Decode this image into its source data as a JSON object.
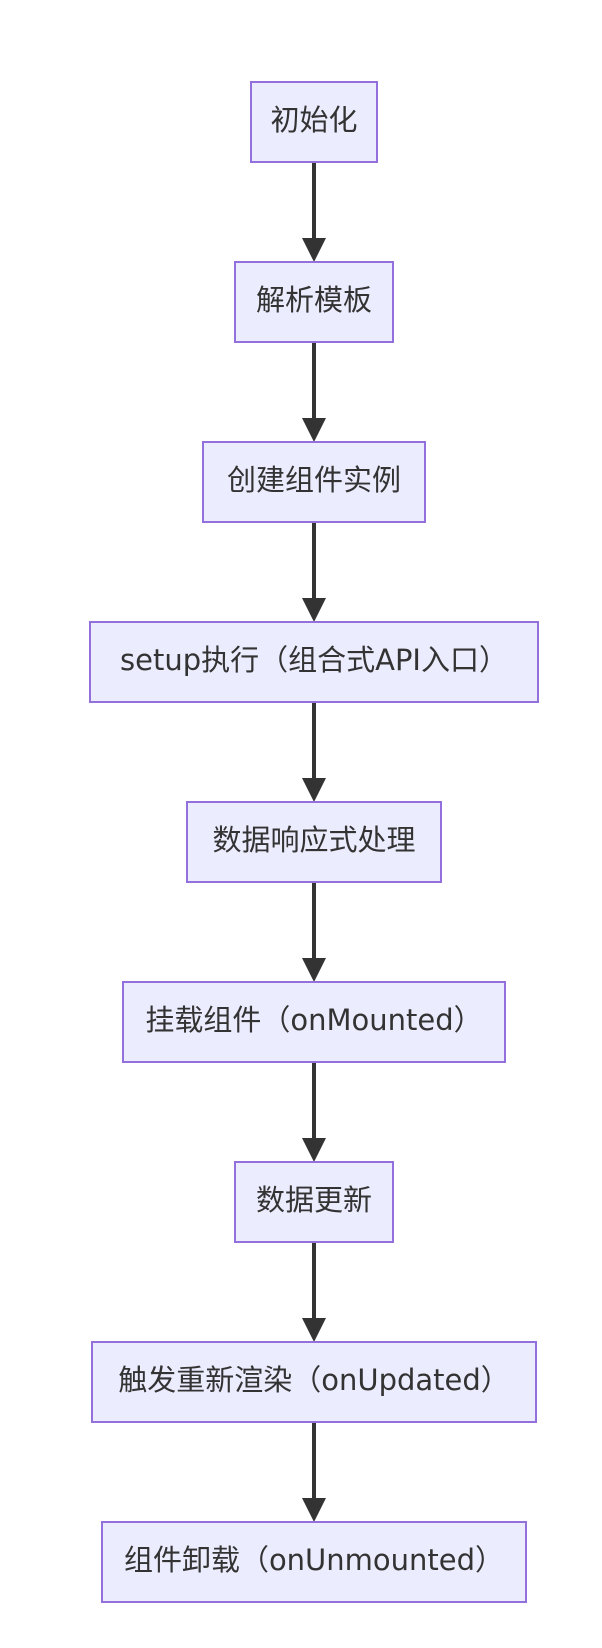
{
  "flowchart": {
    "nodes": [
      {
        "id": "init",
        "label": "初始化"
      },
      {
        "id": "parse",
        "label": "解析模板"
      },
      {
        "id": "create",
        "label": "创建组件实例"
      },
      {
        "id": "setup",
        "label": "setup执行（组合式API入口）"
      },
      {
        "id": "reactive",
        "label": "数据响应式处理"
      },
      {
        "id": "mount",
        "label": "挂载组件（onMounted）"
      },
      {
        "id": "update",
        "label": "数据更新"
      },
      {
        "id": "rerender",
        "label": "触发重新渲染（onUpdated）"
      },
      {
        "id": "unmount",
        "label": "组件卸载（onUnmounted）"
      }
    ],
    "edges": [
      {
        "from": "init",
        "to": "parse"
      },
      {
        "from": "parse",
        "to": "create"
      },
      {
        "from": "create",
        "to": "setup"
      },
      {
        "from": "setup",
        "to": "reactive"
      },
      {
        "from": "reactive",
        "to": "mount"
      },
      {
        "from": "mount",
        "to": "update"
      },
      {
        "from": "update",
        "to": "rerender"
      },
      {
        "from": "rerender",
        "to": "unmount"
      }
    ],
    "colors": {
      "node_fill": "#ECECFF",
      "node_border": "#9370DB",
      "text": "#333333",
      "edge": "#333333"
    }
  }
}
